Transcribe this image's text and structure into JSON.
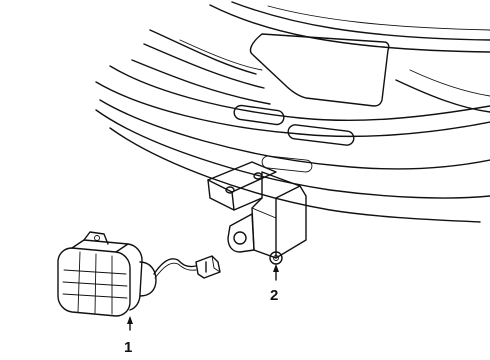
{
  "callouts": [
    {
      "number": "1",
      "part": "fog-lamp"
    },
    {
      "number": "2",
      "part": "mounting-bracket"
    }
  ]
}
